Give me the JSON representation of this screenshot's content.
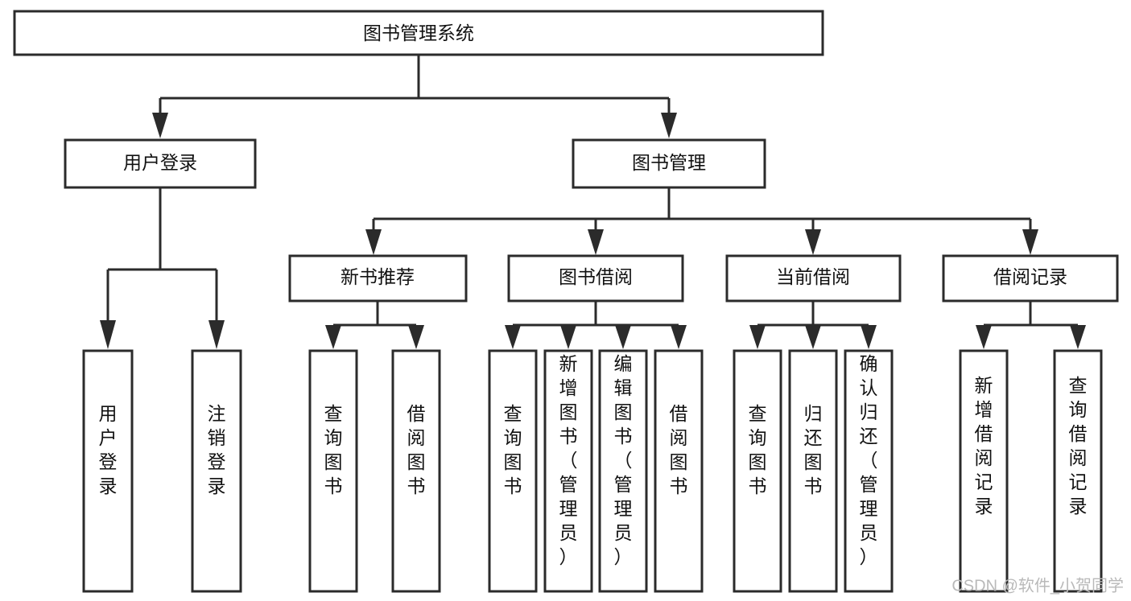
{
  "diagram": {
    "title": "图书管理系统",
    "type": "tree-hierarchy",
    "watermark": "CSDN @软件_小贺同学",
    "colors": {
      "stroke": "#2b2b2b",
      "fill": "#ffffff",
      "text": "#111111",
      "watermark": "#b9b9b9"
    },
    "root": {
      "label": "图书管理系统"
    },
    "level2": [
      {
        "label": "用户登录"
      },
      {
        "label": "图书管理"
      }
    ],
    "level3": [
      {
        "label": "新书推荐"
      },
      {
        "label": "图书借阅"
      },
      {
        "label": "当前借阅"
      },
      {
        "label": "借阅记录"
      }
    ],
    "leaves": {
      "user_login": [
        {
          "label": "用户登录"
        },
        {
          "label": "注销登录"
        }
      ],
      "new_book": [
        {
          "label": "查询图书"
        },
        {
          "label": "借阅图书"
        }
      ],
      "borrow": [
        {
          "label": "查询图书"
        },
        {
          "label": "新增图书（管理员）"
        },
        {
          "label": "编辑图书（管理员）"
        },
        {
          "label": "借阅图书"
        }
      ],
      "current": [
        {
          "label": "查询图书"
        },
        {
          "label": "归还图书"
        },
        {
          "label": "确认归还（管理员）"
        }
      ],
      "records": [
        {
          "label": "新增借阅记录"
        },
        {
          "label": "查询借阅记录"
        }
      ]
    }
  }
}
